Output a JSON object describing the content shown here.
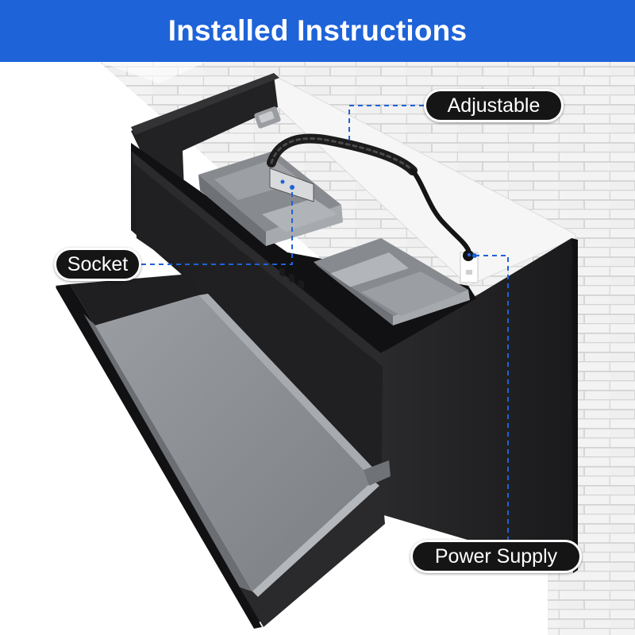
{
  "header": {
    "title": "Installed Instructions"
  },
  "labels": {
    "adjustable": "Adjustable",
    "socket": "Socket",
    "power_supply": "Power Supply"
  },
  "colors": {
    "header_bg": "#1e63d8",
    "label_bg": "#151515",
    "label_text": "#ffffff",
    "cabinet": "#1f1f21",
    "drawer_interior": "#8e9196",
    "wall": "#efefef",
    "guide_line": "#1e63d8"
  },
  "icons": [
    "cable-chain-icon",
    "power-plug-icon",
    "usb-socket-icon",
    "hinge-icon"
  ]
}
